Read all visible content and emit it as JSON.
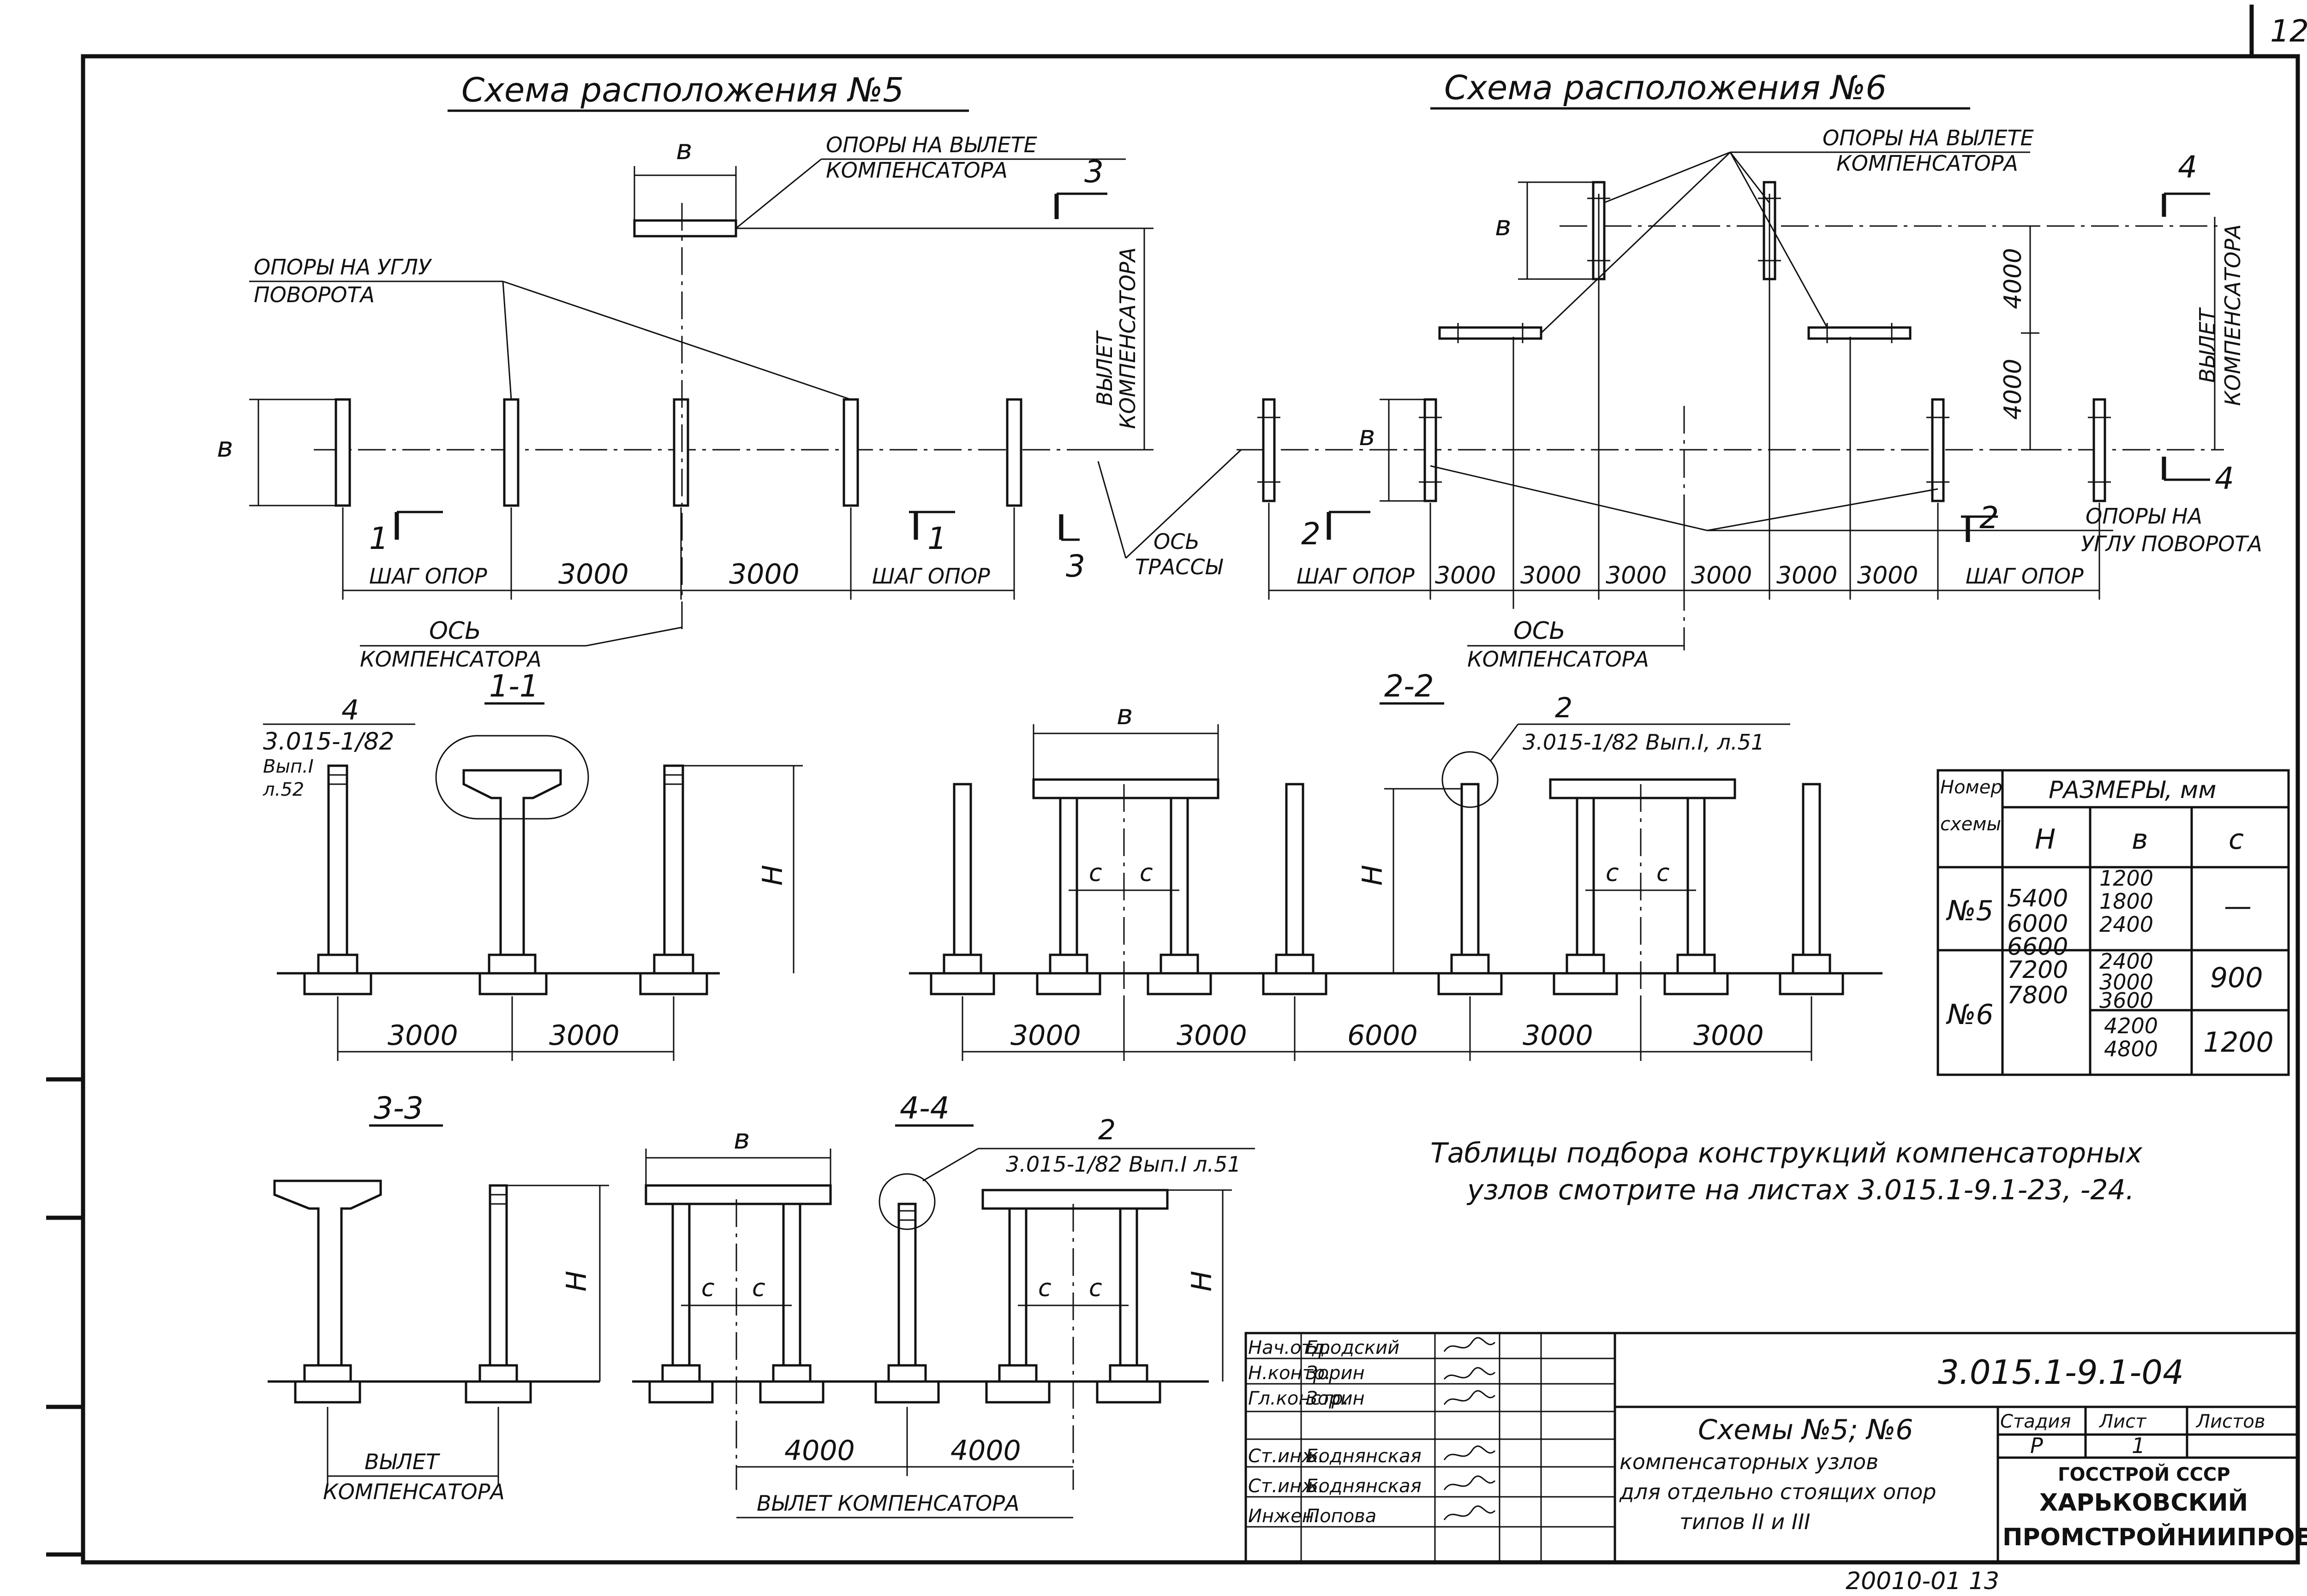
{
  "sheet_number": "12",
  "scheme5": {
    "title": "Схема расположения №5",
    "supports_at_loop": "ОПОРЫ НА ВЫЛЕТЕ",
    "supports_at_loop2": "КОМПЕНСАТОРА",
    "supports_at_turn": "ОПОРЫ НА УГЛУ",
    "supports_at_turn2": "ПОВОРОТА",
    "loop_reach": "ВЫЛЕТ",
    "loop_reach2": "КОМПЕНСАТОРА",
    "dim_b": "в",
    "dim_step_left": "ШАГ ОПОР",
    "dim_3000_1": "3000",
    "dim_3000_2": "3000",
    "dim_step_right": "ШАГ ОПОР",
    "comp_axis": "ОСЬ",
    "comp_axis2": "КОМПЕНСАТОРА",
    "route_axis": "ОСЬ",
    "route_axis2": "ТРАССЫ",
    "cut1": "1",
    "cut3": "3"
  },
  "scheme6": {
    "title": "Схема расположения №6",
    "supports_at_loop": "ОПОРЫ НА ВЫЛЕТЕ",
    "supports_at_loop2": "КОМПЕНСАТОРА",
    "loop_reach": "ВЫЛЕТ",
    "loop_reach2": "КОМПЕНСАТОРА",
    "dim_4000_a": "4000",
    "dim_4000_b": "4000",
    "dim_b": "в",
    "supports_at_turn": "ОПОРЫ НА",
    "supports_at_turn2": "УГЛУ ПОВОРОТА",
    "dim_step_left": "ШАГ ОПОР",
    "dims": [
      "3000",
      "3000",
      "3000",
      "3000",
      "3000",
      "3000"
    ],
    "dim_step_right": "ШАГ ОПОР",
    "comp_axis": "ОСЬ",
    "comp_axis2": "КОМПЕНСАТОРА",
    "cut2": "2",
    "cut4": "4"
  },
  "section11": {
    "title": "1-1",
    "ref_num": "4",
    "ref_doc": "3.015-1/82",
    "ref_doc2": "Вып.I",
    "ref_doc3": "л.52",
    "dim_h": "H",
    "dim_3000_a": "3000",
    "dim_3000_b": "3000"
  },
  "section22": {
    "title": "2-2",
    "dim_b": "в",
    "ref_num": "2",
    "ref_doc": "3.015-1/82 Вып.I, л.51",
    "dim_c": "c",
    "dim_h": "H",
    "dims": [
      "3000",
      "3000",
      "6000",
      "3000",
      "3000"
    ]
  },
  "section33": {
    "title": "3-3",
    "dim_h": "H",
    "loop_reach": "ВЫЛЕТ",
    "loop_reach2": "КОМПЕНСАТОРА"
  },
  "section44": {
    "title": "4-4",
    "dim_b": "в",
    "ref_num": "2",
    "ref_doc": "3.015-1/82 Вып.I л.51",
    "dim_c": "c",
    "dim_h": "H",
    "dim_4000_a": "4000",
    "dim_4000_b": "4000",
    "loop_reach": "ВЫЛЕТ КОМПЕНСАТОРА"
  },
  "size_table": {
    "header_scheme": "Номер",
    "header_scheme2": "схемы",
    "header_sizes": "РАЗМЕРЫ, мм",
    "col_h": "H",
    "col_b": "в",
    "col_c": "c",
    "rows": [
      {
        "scheme": "№5",
        "h": [
          "5400",
          "6000"
        ],
        "b": [
          "1200",
          "1800",
          "2400"
        ],
        "c": "—"
      },
      {
        "scheme": "№6",
        "h": [
          "6600",
          "7200",
          "7800"
        ],
        "b": [
          "2400",
          "3000",
          "3600"
        ],
        "c": "900"
      },
      {
        "scheme": "",
        "h": [],
        "b": [
          "4200",
          "4800"
        ],
        "c": "1200"
      }
    ]
  },
  "note": {
    "line1": "Таблицы подбора конструкций компенсаторных",
    "line2": "узлов смотрите на листах 3.015.1-9.1-23, -24."
  },
  "title_block": {
    "doc_code": "3.015.1-9.1-04",
    "staff": [
      {
        "role": "Нач.отд.",
        "name": "Бродский"
      },
      {
        "role": "Н.контр.",
        "name": "Зорин"
      },
      {
        "role": "Гл.констр.",
        "name": "Зорин"
      },
      {
        "role": "",
        "name": ""
      },
      {
        "role": "Ст.инж.",
        "name": "Боднянская"
      },
      {
        "role": "Ст.инж.",
        "name": "Боднянская"
      },
      {
        "role": "Инжен.",
        "name": "Попова"
      }
    ],
    "title1": "Схемы №5; №6",
    "title2": "компенсаторных узлов",
    "title3": "для отдельно стоящих опор",
    "title4": "типов II и III",
    "stage_label": "Стадия",
    "sheet_label": "Лист",
    "sheets_label": "Листов",
    "stage": "Р",
    "sheet": "1",
    "org1": "ГОССТРОЙ СССР",
    "org2": "ХАРЬКОВСКИЙ",
    "org3": "ПРОМСТРОЙНИИПРОЕКТ"
  },
  "inventory": "20010-01 13"
}
